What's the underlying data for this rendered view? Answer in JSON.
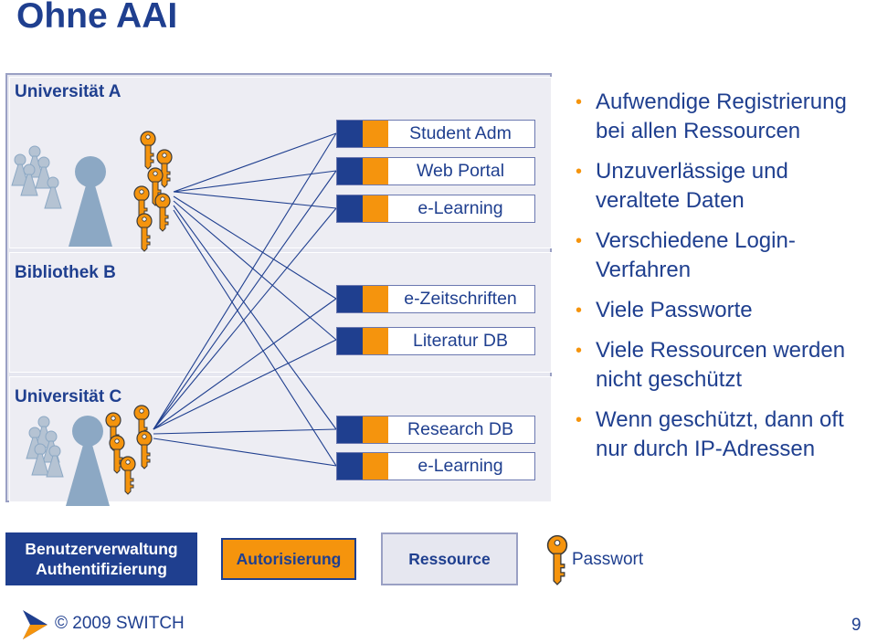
{
  "title": "Ohne AAI",
  "organizations": [
    "Universität A",
    "Bibliothek B",
    "Universität C"
  ],
  "resources": [
    "Student Adm",
    "Web Portal",
    "e-Learning",
    "e-Zeitschriften",
    "Literatur DB",
    "Research DB",
    "e-Learning"
  ],
  "bullets": [
    "Aufwendige Registrierung bei allen Ressourcen",
    "Unzuverlässige und veraltete Daten",
    "Verschiedene Login-Verfahren",
    "Viele Passworte",
    "Viele Ressourcen werden nicht geschützt",
    "Wenn geschützt, dann oft nur durch IP-Adressen"
  ],
  "legend": {
    "user_mgmt": [
      "Benutzerverwaltung",
      "Authentifizierung"
    ],
    "authorization": "Autorisierung",
    "resource": "Ressource",
    "password": "Passwort"
  },
  "footer": {
    "copyright": "© 2009 SWITCH",
    "page": "9"
  },
  "colors": {
    "brand_blue": "#1f3f8f",
    "accent_orange": "#f5940d",
    "panel": "#e6e7f0",
    "person": "#8ca8c4"
  }
}
